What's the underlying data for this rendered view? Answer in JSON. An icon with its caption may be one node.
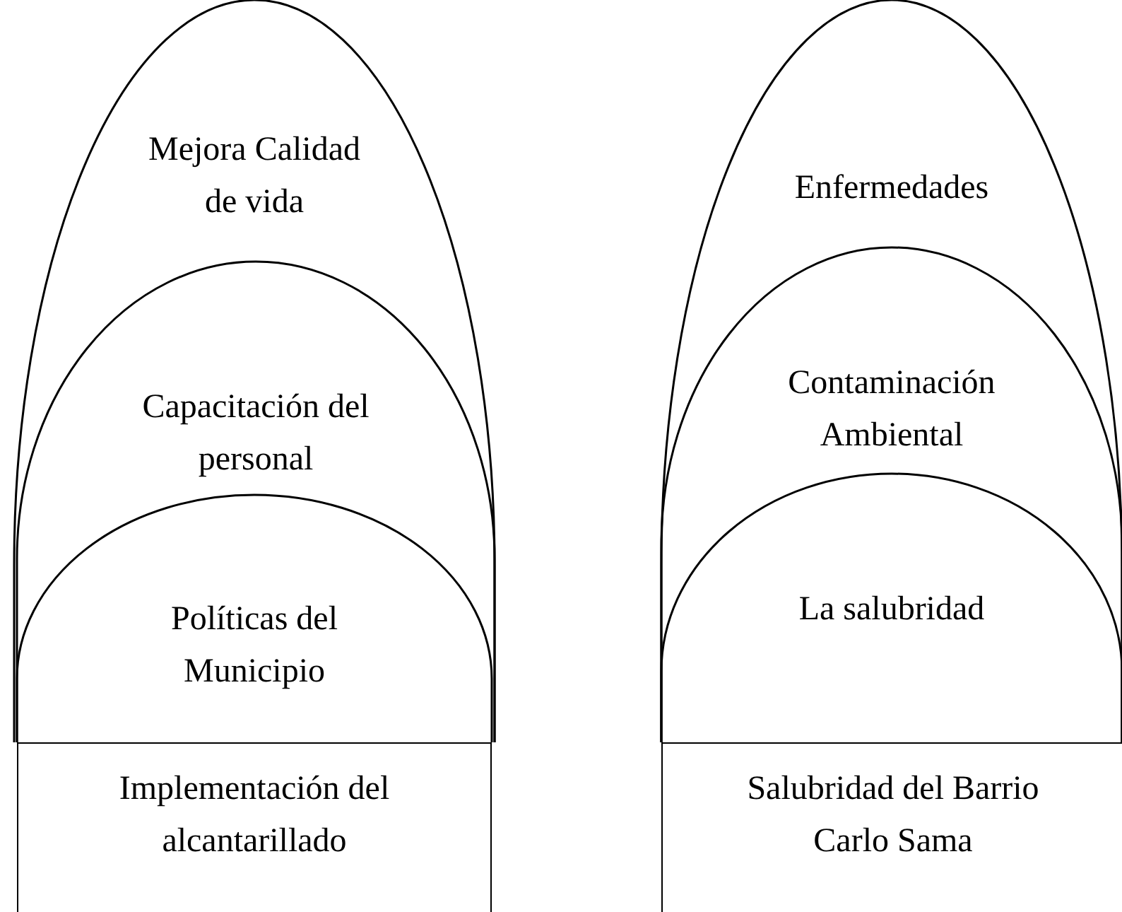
{
  "diagram": {
    "nodes": [
      {
        "text": [
          "Mejora Calidad de vida"
        ]
      },
      {
        "text": [
          "Capacitación del personal"
        ],
        "in": 0
      },
      {
        "text": [
          "Políticas del Municipio"
        ],
        "in": 1
      },
      {
        "text": [
          "Implementación del alcantarillado"
        ]
      },
      {
        "text": [
          "Enfermedades"
        ]
      },
      {
        "text": [
          "Contaminación Ambiental"
        ],
        "in": 4
      },
      {
        "text": [
          "La salubridad"
        ],
        "in": 5
      },
      {
        "text": [
          "Salubridad del Barrio Carlo Sama"
        ]
      }
    ]
  }
}
